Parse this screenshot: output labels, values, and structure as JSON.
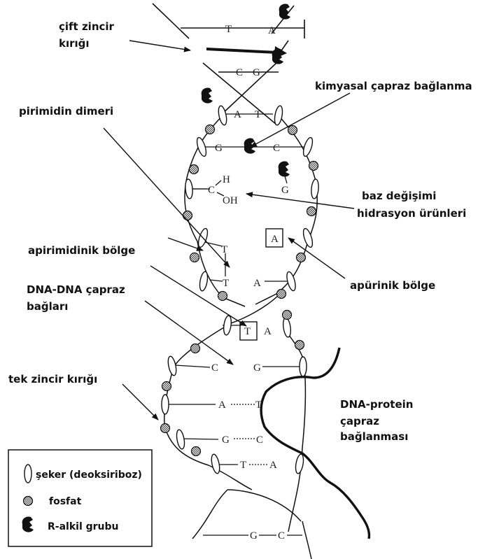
{
  "labels": {
    "ds_break_1": "çift zincir",
    "ds_break_2": "kırığı",
    "crosslink_chem": "kimyasal çapraz bağlanma",
    "pyrimidine_dimer": "pirimidin dimeri",
    "base_change_1": "baz değişimi",
    "base_change_2": "hidrasyon ürünleri",
    "apyrimidinic": "apirimidinik bölge",
    "dna_dna_1": "DNA-DNA çapraz",
    "dna_dna_2": "bağları",
    "apurinic": "apürinik bölge",
    "ss_break": "tek zincir kırığı",
    "dna_protein_1": "DNA-protein",
    "dna_protein_2": "çapraz",
    "dna_protein_3": "bağlanması"
  },
  "legend": {
    "sugar": "şeker (deoksiriboz)",
    "phosphate": "fosfat",
    "alkyl": "R-alkil grubu"
  },
  "bases": {
    "T1": "T",
    "A1": "A",
    "C1": "C",
    "G1": "G",
    "A2": "A",
    "T2": "T",
    "G2": "G",
    "C2": "C",
    "G3": "G",
    "C3": "C",
    "H": "H",
    "OH": "OH",
    "T3": "T",
    "T4": "T",
    "A3": "A",
    "A_box": "A",
    "T_box": "T",
    "A4": "A",
    "C4": "C",
    "G4": "G",
    "A5": "A",
    "T5": "T",
    "G5": "G",
    "C5": "C",
    "T6": "T",
    "A6": "A",
    "G6": "G",
    "C6": "C"
  }
}
